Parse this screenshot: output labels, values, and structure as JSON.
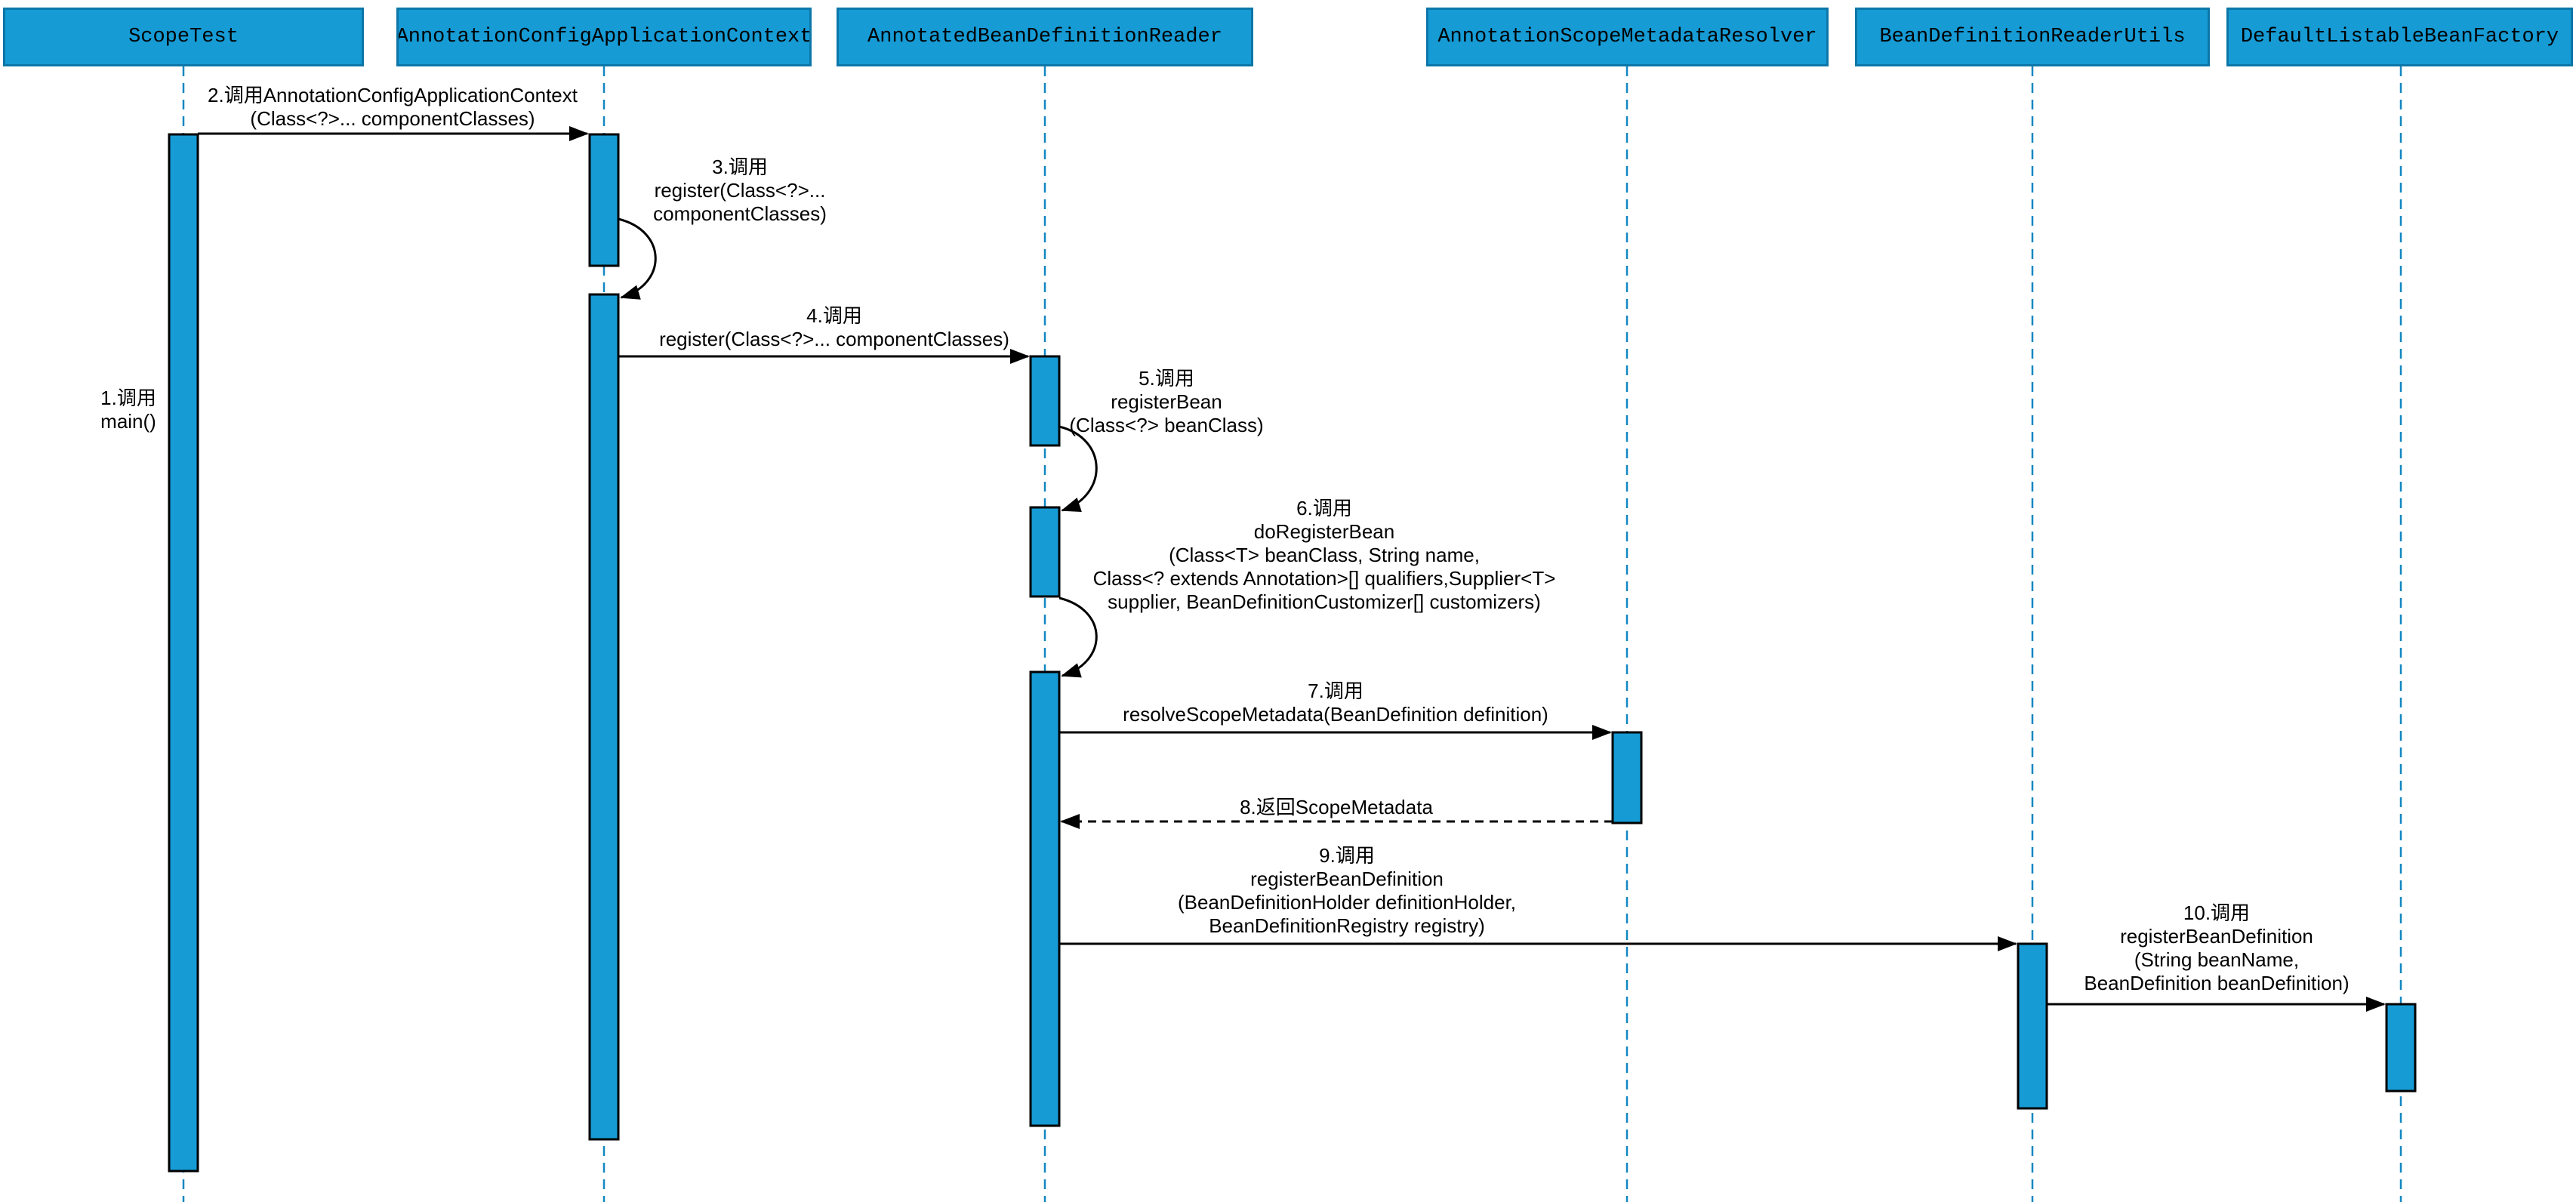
{
  "colors": {
    "node_fill": "#169BD5",
    "node_border": "#0D76A8",
    "bar_border": "#000000",
    "lifeline": "#1287C2",
    "message_line": "#000000",
    "text": "#000000"
  },
  "lifelines": [
    {
      "label": "ScopeTest"
    },
    {
      "label": "AnnotationConfigApplicationContext"
    },
    {
      "label": "AnnotatedBeanDefinitionReader"
    },
    {
      "label": "AnnotationScopeMetadataResolver"
    },
    {
      "label": "BeanDefinitionReaderUtils"
    },
    {
      "label": "DefaultListableBeanFactory"
    }
  ],
  "messages": [
    {
      "num": "1",
      "kind": "found",
      "lines": [
        "1.调用",
        "main()"
      ]
    },
    {
      "num": "2",
      "kind": "call",
      "lines": [
        "2.调用AnnotationConfigApplicationContext",
        "(Class<?>... componentClasses)"
      ]
    },
    {
      "num": "3",
      "kind": "self",
      "lines": [
        "3.调用",
        "register(Class<?>...",
        "componentClasses)"
      ]
    },
    {
      "num": "4",
      "kind": "call",
      "lines": [
        "4.调用",
        "register(Class<?>... componentClasses)"
      ]
    },
    {
      "num": "5",
      "kind": "self",
      "lines": [
        "5.调用",
        "registerBean",
        "(Class<?> beanClass)"
      ]
    },
    {
      "num": "6",
      "kind": "self",
      "lines": [
        "6.调用",
        "doRegisterBean",
        "(Class<T> beanClass, String name,",
        "Class<? extends Annotation>[] qualifiers,Supplier<T>",
        "supplier, BeanDefinitionCustomizer[] customizers)"
      ]
    },
    {
      "num": "7",
      "kind": "call",
      "lines": [
        "7.调用",
        "resolveScopeMetadata(BeanDefinition definition)"
      ]
    },
    {
      "num": "8",
      "kind": "return",
      "lines": [
        "8.返回ScopeMetadata"
      ]
    },
    {
      "num": "9",
      "kind": "call",
      "lines": [
        "9.调用",
        "registerBeanDefinition",
        "(BeanDefinitionHolder definitionHolder,",
        "BeanDefinitionRegistry registry)"
      ]
    },
    {
      "num": "10",
      "kind": "call",
      "lines": [
        "10.调用",
        "registerBeanDefinition",
        "(String beanName,",
        "BeanDefinition beanDefinition)"
      ]
    }
  ]
}
